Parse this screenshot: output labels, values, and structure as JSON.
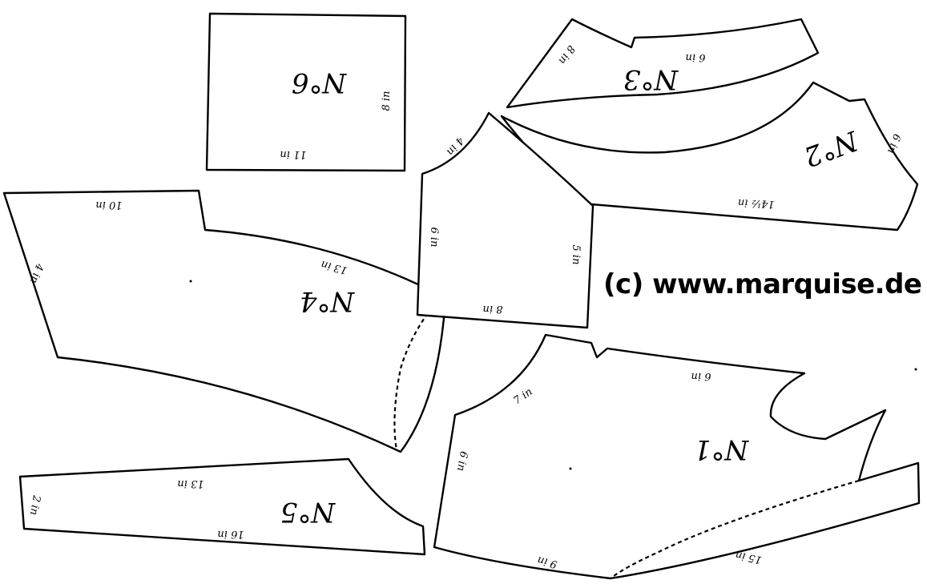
{
  "watermark": "(c) www.marquise.de",
  "pieces": {
    "no6": {
      "number": "N°6",
      "labels": [
        "8 in",
        "11 in"
      ]
    },
    "no3": {
      "number": "N°3",
      "labels": [
        "8 in",
        "6 in"
      ]
    },
    "no2": {
      "number": "N°2",
      "labels": [
        "6 in",
        "14½ in"
      ]
    },
    "center": {
      "labels": [
        "4 in",
        "6 in",
        "5 in",
        "8 in"
      ]
    },
    "no4": {
      "number": "N°4",
      "labels": [
        "10 in",
        "4 in",
        "13 in"
      ]
    },
    "no1": {
      "number": "N°1",
      "labels": [
        "7 in",
        "6 in",
        "6 in",
        "9 in",
        "15 in"
      ]
    },
    "no5": {
      "number": "N°5",
      "labels": [
        "2 in",
        "13 in",
        "16 in"
      ]
    }
  }
}
